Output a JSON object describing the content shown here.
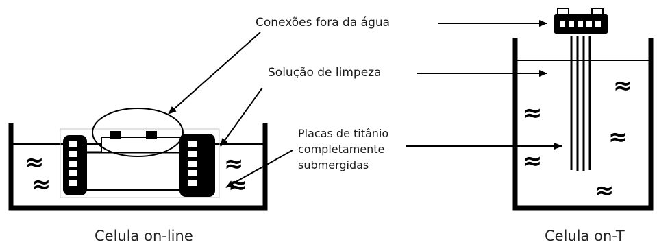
{
  "labels": {
    "connections": "Conexões fora da água",
    "cleaning_solution": "Solução de limpeza",
    "titanium_plates": {
      "line1": "Placas de titânio",
      "line2": "completamente",
      "line3": "submergidas"
    }
  },
  "captions": {
    "left": "Celula on-line",
    "right": "Celula on-T"
  },
  "wave_glyph": "≈",
  "colors": {
    "ink": "#000000",
    "background": "#ffffff"
  }
}
